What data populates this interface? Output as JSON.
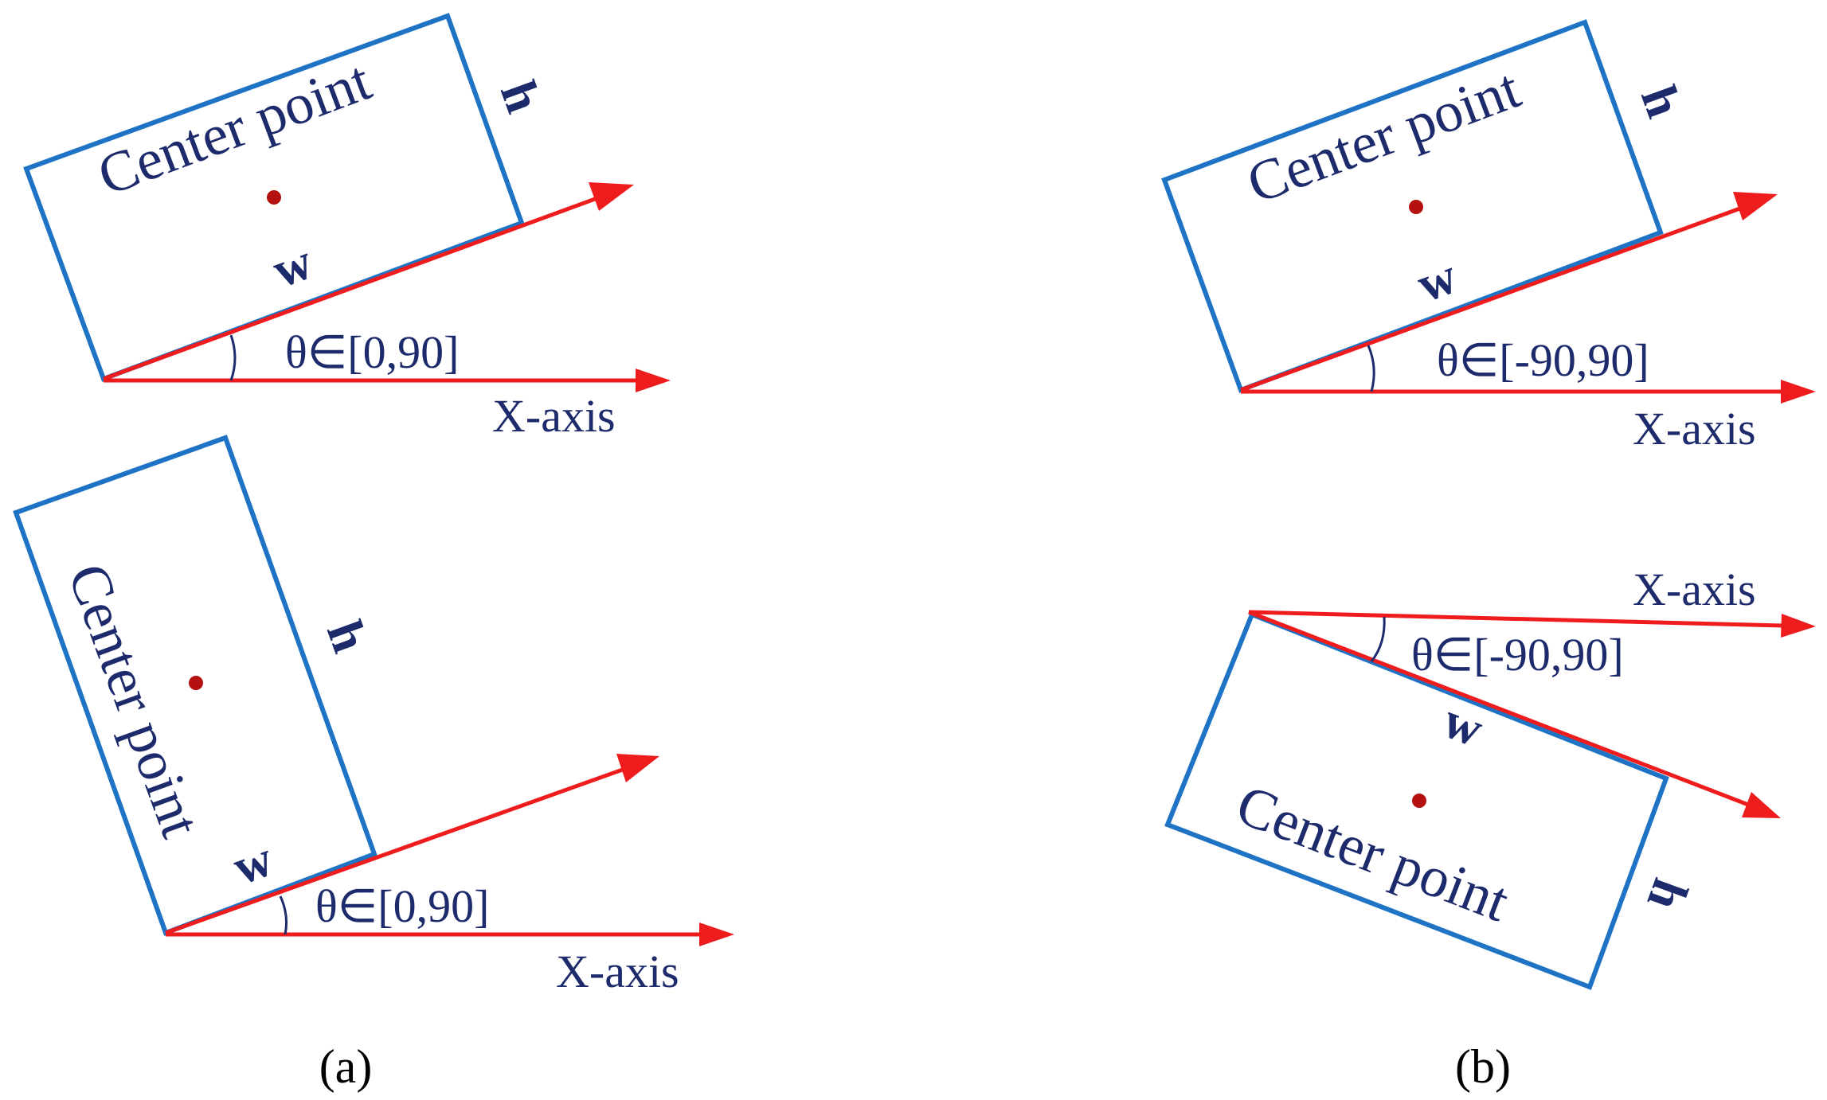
{
  "colors": {
    "box_stroke": "#1f73c4",
    "vector": "#ee1c1c",
    "text": "#1d2a6b",
    "center_dot": "#b51111"
  },
  "panels": {
    "a": {
      "label": "(a)",
      "top": {
        "center_label": "Center point",
        "w_label": "w",
        "h_label": "h",
        "theta_label": "θ∈[0,90]",
        "axis_label": "X-axis"
      },
      "bottom": {
        "center_label": "Center point",
        "w_label": "w",
        "h_label": "h",
        "theta_label": "θ∈[0,90]",
        "axis_label": "X-axis"
      }
    },
    "b": {
      "label": "(b)",
      "top": {
        "center_label": "Center point",
        "w_label": "w",
        "h_label": "h",
        "theta_label": "θ∈[-90,90]",
        "axis_label": "X-axis"
      },
      "bottom": {
        "center_label": "Center point",
        "w_label": "w",
        "h_label": "h",
        "theta_label": "θ∈[-90,90]",
        "axis_label": "X-axis"
      }
    }
  }
}
